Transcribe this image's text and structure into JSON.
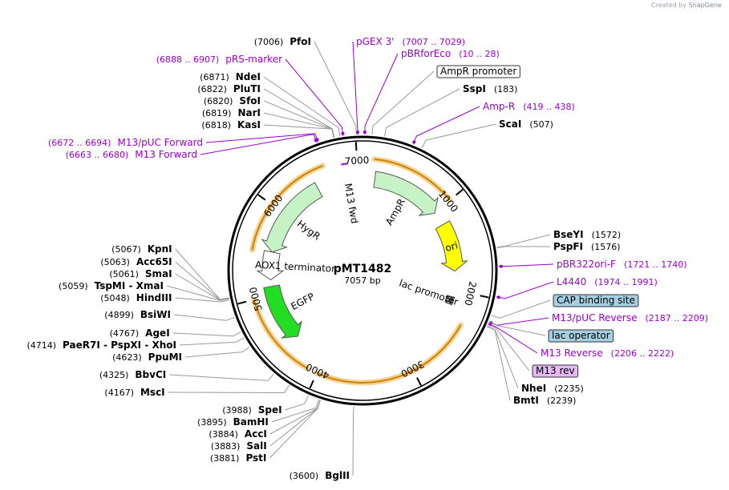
{
  "credit": {
    "prefix": "Created by",
    "brand": "SnapGene"
  },
  "plasmid": {
    "name": "pMT1482",
    "length": "7057 bp",
    "total_bp": 7057
  },
  "scale_ticks": [
    {
      "bp": 1000,
      "label": "1000"
    },
    {
      "bp": 2000,
      "label": "2000"
    },
    {
      "bp": 3000,
      "label": "3000"
    },
    {
      "bp": 4000,
      "label": "4000"
    },
    {
      "bp": 5000,
      "label": "5000"
    },
    {
      "bp": 6000,
      "label": "6000"
    },
    {
      "bp": 7000,
      "label": "7000"
    }
  ],
  "features": [
    {
      "name": "AmpR",
      "start": 150,
      "end": 1010,
      "kind": "arrow",
      "color": "#c6f3c6"
    },
    {
      "name": "ori",
      "start": 1180,
      "end": 1770,
      "kind": "arrow",
      "color": "#ffff00"
    },
    {
      "name": "EGFP",
      "start": 4400,
      "end": 5100,
      "kind": "arrow_rev",
      "color": "#22dd22"
    },
    {
      "name": "HygR",
      "start": 5520,
      "end": 6500,
      "kind": "arrow_rev",
      "color": "#c6f3c6"
    },
    {
      "name": "AOX1 terminator",
      "start": 5180,
      "end": 5520,
      "kind": "arrow_rev",
      "color": "#ffffff"
    },
    {
      "name": "lac promoter",
      "start": 2080,
      "end": 2180,
      "kind": "box",
      "color": "#ffffff"
    },
    {
      "name": "M13 fwd",
      "start": 6850,
      "end": 6880,
      "kind": "label",
      "color": "#9900cc"
    }
  ],
  "orfs": [
    {
      "start": 120,
      "end": 1000
    },
    {
      "start": 2330,
      "end": 4000
    },
    {
      "start": 4100,
      "end": 5000
    },
    {
      "start": 5500,
      "end": 6650
    },
    {
      "start": 5720,
      "end": 6200
    }
  ],
  "left_labels": [
    {
      "pos": "(7006)",
      "name": "PfoI",
      "bp": 7006,
      "kind": "enzyme"
    },
    {
      "pos": "(6888 .. 6907)",
      "name": "pRS-marker",
      "bp": 6897,
      "kind": "primer"
    },
    {
      "pos": "(6871)",
      "name": "NdeI",
      "bp": 6871,
      "kind": "enzyme"
    },
    {
      "pos": "(6822)",
      "name": "PluTI",
      "bp": 6822,
      "kind": "enzyme"
    },
    {
      "pos": "(6820)",
      "name": "SfoI",
      "bp": 6820,
      "kind": "enzyme"
    },
    {
      "pos": "(6819)",
      "name": "NarI",
      "bp": 6819,
      "kind": "enzyme"
    },
    {
      "pos": "(6818)",
      "name": "KasI",
      "bp": 6818,
      "kind": "enzyme"
    },
    {
      "pos": "(6672 .. 6694)",
      "name": "M13/pUC Forward",
      "bp": 6683,
      "kind": "primer"
    },
    {
      "pos": "(6663 .. 6680)",
      "name": "M13 Forward",
      "bp": 6671,
      "kind": "primer"
    },
    {
      "pos": "(5067)",
      "name": "KpnI",
      "bp": 5067,
      "kind": "enzyme"
    },
    {
      "pos": "(5063)",
      "name": "Acc65I",
      "bp": 5063,
      "kind": "enzyme"
    },
    {
      "pos": "(5061)",
      "name": "SmaI",
      "bp": 5061,
      "kind": "enzyme"
    },
    {
      "pos": "(5059)",
      "name": "TspMI - XmaI",
      "bp": 5059,
      "kind": "enzyme"
    },
    {
      "pos": "(5048)",
      "name": "HindIII",
      "bp": 5048,
      "kind": "enzyme"
    },
    {
      "pos": "(4899)",
      "name": "BsiWI",
      "bp": 4899,
      "kind": "enzyme"
    },
    {
      "pos": "(4767)",
      "name": "AgeI",
      "bp": 4767,
      "kind": "enzyme"
    },
    {
      "pos": "(4714)",
      "name": "PaeR7I - PspXI - XhoI",
      "bp": 4714,
      "kind": "enzyme"
    },
    {
      "pos": "(4623)",
      "name": "PpuMI",
      "bp": 4623,
      "kind": "enzyme"
    },
    {
      "pos": "(4325)",
      "name": "BbvCI",
      "bp": 4325,
      "kind": "enzyme"
    },
    {
      "pos": "(4167)",
      "name": "MscI",
      "bp": 4167,
      "kind": "enzyme"
    },
    {
      "pos": "(3988)",
      "name": "SpeI",
      "bp": 3988,
      "kind": "enzyme"
    },
    {
      "pos": "(3895)",
      "name": "BamHI",
      "bp": 3895,
      "kind": "enzyme"
    },
    {
      "pos": "(3884)",
      "name": "AccI",
      "bp": 3884,
      "kind": "enzyme"
    },
    {
      "pos": "(3883)",
      "name": "SalI",
      "bp": 3883,
      "kind": "enzyme"
    },
    {
      "pos": "(3881)",
      "name": "PstI",
      "bp": 3881,
      "kind": "enzyme"
    },
    {
      "pos": "(3600)",
      "name": "BglII",
      "bp": 3600,
      "kind": "enzyme"
    }
  ],
  "right_labels": [
    {
      "name": "pGEX 3'",
      "pos": "(7007 .. 7029)",
      "bp": 7018,
      "kind": "primer"
    },
    {
      "name": "pBRforEco",
      "pos": "(10 .. 28)",
      "bp": 19,
      "kind": "primer"
    },
    {
      "name": "AmpR promoter",
      "pos": "",
      "bp": 80,
      "kind": "boxed"
    },
    {
      "name": "SspI",
      "pos": "(183)",
      "bp": 183,
      "kind": "enzyme"
    },
    {
      "name": "Amp-R",
      "pos": "(419 .. 438)",
      "bp": 428,
      "kind": "primer"
    },
    {
      "name": "ScaI",
      "pos": "(507)",
      "bp": 507,
      "kind": "enzyme"
    },
    {
      "name": "BseYI",
      "pos": "(1572)",
      "bp": 1572,
      "kind": "enzyme"
    },
    {
      "name": "PspFI",
      "pos": "(1576)",
      "bp": 1576,
      "kind": "enzyme"
    },
    {
      "name": "pBR322ori-F",
      "pos": "(1721 .. 1740)",
      "bp": 1730,
      "kind": "primer"
    },
    {
      "name": "L4440",
      "pos": "(1974 .. 1991)",
      "bp": 1982,
      "kind": "primer"
    },
    {
      "name": "CAP binding site",
      "pos": "",
      "bp": 2140,
      "kind": "blue"
    },
    {
      "name": "M13/pUC Reverse",
      "pos": "(2187 .. 2209)",
      "bp": 2198,
      "kind": "primer"
    },
    {
      "name": "lac operator",
      "pos": "",
      "bp": 2200,
      "kind": "blue"
    },
    {
      "name": "M13 Reverse",
      "pos": "(2206 .. 2222)",
      "bp": 2214,
      "kind": "primer"
    },
    {
      "name": "M13 rev",
      "pos": "",
      "bp": 2222,
      "kind": "violet"
    },
    {
      "name": "NheI",
      "pos": "(2235)",
      "bp": 2235,
      "kind": "enzyme"
    },
    {
      "name": "BmtI",
      "pos": "(2239)",
      "bp": 2239,
      "kind": "enzyme"
    }
  ],
  "colors": {
    "primer": "#9900cc",
    "enzyme": "#000000",
    "leader": "#999999",
    "orf": "#f2c87a",
    "orf_arrow": "#cc8400",
    "blue_box": "#a5cfe0",
    "violet_box": "#e6b8f5"
  }
}
